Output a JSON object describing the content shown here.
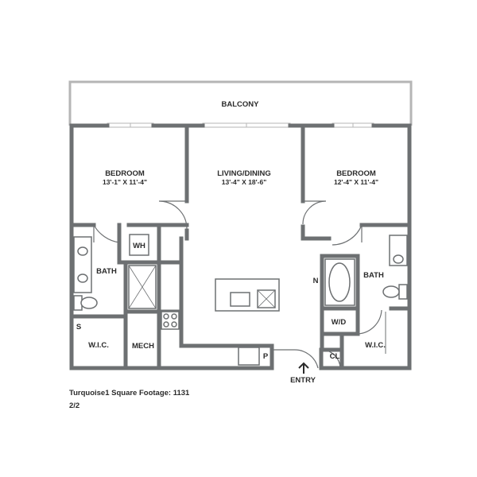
{
  "floorplan": {
    "rooms": {
      "balcony": "BALCONY",
      "bedroom_left": {
        "name": "BEDROOM",
        "dims": "13'-1\" X 11'-4\""
      },
      "living_dining": {
        "name": "LIVING/DINING",
        "dims": "13'-4\" X 18'-6\""
      },
      "bedroom_right": {
        "name": "BEDROOM",
        "dims": "12'-4\" X 11'-4\""
      },
      "bath_left": "BATH",
      "bath_right": "BATH",
      "water_heater": "WH",
      "storage": "S",
      "wic_left": "W.I.C.",
      "wic_right": "W.I.C.",
      "mech": "MECH",
      "pantry": "P",
      "entry": "ENTRY",
      "linen": "N",
      "washer_dryer": "W/D",
      "closet": "CL"
    },
    "caption": {
      "title": "Turquoise1 Square Footage: 1131",
      "subtitle": "2/2"
    },
    "colors": {
      "wall": "#6d7072",
      "balcony_wall": "#b5b5b5",
      "fixture": "#6d7072",
      "text": "#2b2b2b"
    }
  }
}
